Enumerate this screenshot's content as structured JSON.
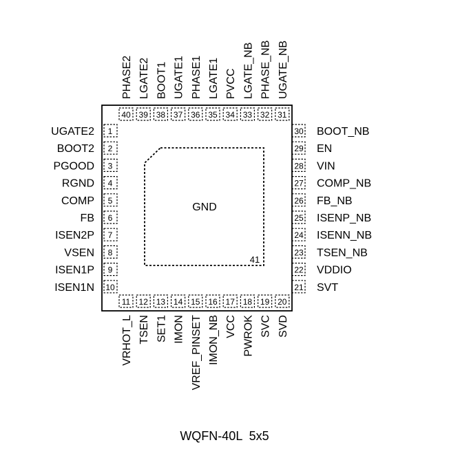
{
  "package_label": "WQFN-40L  5x5",
  "exposed_pad": {
    "label": "GND",
    "number": "41"
  },
  "pins_left": [
    {
      "num": "1",
      "name": "UGATE2"
    },
    {
      "num": "2",
      "name": "BOOT2"
    },
    {
      "num": "3",
      "name": "PGOOD"
    },
    {
      "num": "4",
      "name": "RGND"
    },
    {
      "num": "5",
      "name": "COMP"
    },
    {
      "num": "6",
      "name": "FB"
    },
    {
      "num": "7",
      "name": "ISEN2P"
    },
    {
      "num": "8",
      "name": "VSEN"
    },
    {
      "num": "9",
      "name": "ISEN1P"
    },
    {
      "num": "10",
      "name": "ISEN1N"
    }
  ],
  "pins_bottom": [
    {
      "num": "11",
      "name": "VRHOT_L"
    },
    {
      "num": "12",
      "name": "TSEN"
    },
    {
      "num": "13",
      "name": "SET1"
    },
    {
      "num": "14",
      "name": "IMON"
    },
    {
      "num": "15",
      "name": "VREF_PINSET"
    },
    {
      "num": "16",
      "name": "IMON_NB"
    },
    {
      "num": "17",
      "name": "VCC"
    },
    {
      "num": "18",
      "name": "PWROK"
    },
    {
      "num": "19",
      "name": "SVC"
    },
    {
      "num": "20",
      "name": "SVD"
    }
  ],
  "pins_right": [
    {
      "num": "30",
      "name": "BOOT_NB"
    },
    {
      "num": "29",
      "name": "EN"
    },
    {
      "num": "28",
      "name": "VIN"
    },
    {
      "num": "27",
      "name": "COMP_NB"
    },
    {
      "num": "26",
      "name": "FB_NB"
    },
    {
      "num": "25",
      "name": "ISENP_NB"
    },
    {
      "num": "24",
      "name": "ISENN_NB"
    },
    {
      "num": "23",
      "name": "TSEN_NB"
    },
    {
      "num": "22",
      "name": "VDDIO"
    },
    {
      "num": "21",
      "name": "SVT"
    }
  ],
  "pins_top": [
    {
      "num": "40",
      "name": "PHASE2"
    },
    {
      "num": "39",
      "name": "LGATE2"
    },
    {
      "num": "38",
      "name": "BOOT1"
    },
    {
      "num": "37",
      "name": "UGATE1"
    },
    {
      "num": "36",
      "name": "PHASE1"
    },
    {
      "num": "35",
      "name": "LGATE1"
    },
    {
      "num": "34",
      "name": "PVCC"
    },
    {
      "num": "33",
      "name": "LGATE_NB"
    },
    {
      "num": "32",
      "name": "PHASE_NB"
    },
    {
      "num": "31",
      "name": "UGATE_NB"
    }
  ]
}
